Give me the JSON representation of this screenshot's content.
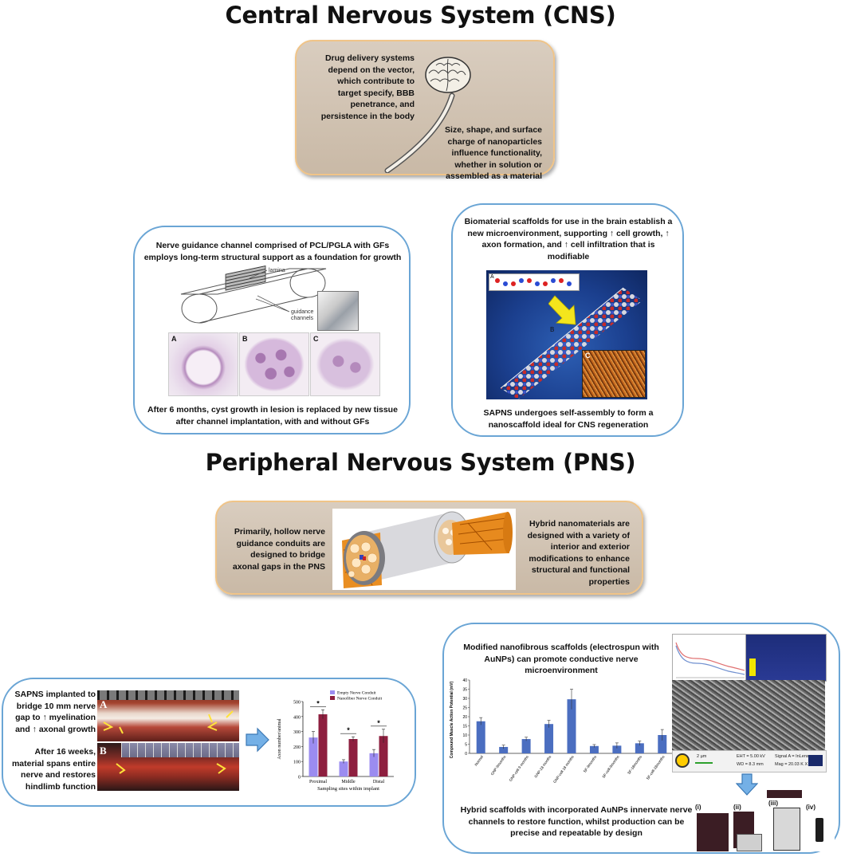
{
  "titles": {
    "cns": "Central Nervous System (CNS)",
    "pns": "Peripheral Nervous System (PNS)"
  },
  "cns_box": {
    "left_text": "Drug delivery systems depend on the vector, which contribute to target specify, BBB penetrance, and persistence in the body",
    "right_text": "Size, shape, and surface charge of nanoparticles influence functionality, whether in solution or assembled as a material"
  },
  "channel_box": {
    "top_text": "Nerve guidance channel comprised of PCL/PGLA with GFs employs long-term structural support as a foundation for growth",
    "bottom_text": "After 6 months, cyst growth in lesion is replaced by new tissue after channel implantation, with and without GFs",
    "diagram_labels": {
      "lamina": "lamina",
      "guidance": "guidance",
      "channels": "channels"
    },
    "panels": [
      "A",
      "B",
      "C"
    ]
  },
  "sapns_box": {
    "top_text": "Biomaterial scaffolds for use in the brain establish a new microenvironment, supporting ↑ cell growth, ↑ axon formation, and ↑ cell infiltration that is modifiable",
    "bottom_text": "SAPNS undergoes self-assembly to form a nanoscaffold ideal for CNS regeneration",
    "labels": {
      "a": "A",
      "b": "B",
      "c": "C"
    }
  },
  "pns_box": {
    "left_text": "Primarily, hollow nerve guidance conduits are designed to bridge axonal gaps in the PNS",
    "right_text": "Hybrid nanomaterials are designed with a variety of interior and exterior modifications to enhance structural and functional properties"
  },
  "implant_box": {
    "text1": "SAPNS implanted to bridge 10 mm nerve gap to ↑ myelination and ↑ axonal growth",
    "text2": "After 16 weeks, material spans entire nerve and restores hindlimb function",
    "photo_labels": {
      "a": "A",
      "b": "B"
    }
  },
  "aunp_box": {
    "top_text": "Modified nanofibrous scaffolds (electrospun with AuNPs) can promote conductive nerve microenvironment",
    "bottom_text": "Hybrid scaffolds with incorporated AuNPs innervate nerve channels to restore function, whilst production can be precise and repeatable by design",
    "roman_labels": [
      "(i)",
      "(ii)",
      "(iii)",
      "(iv)"
    ],
    "sem_info": {
      "scale": "2 µm",
      "eht": "EHT = 5.00 kV",
      "wd": "WD = 8.3 mm",
      "signal": "Signal A = InLens",
      "mag": "Mag = 20.03 K X"
    }
  },
  "chart_data": [
    {
      "type": "bar",
      "title": "",
      "xlabel": "Sampling sites within implant",
      "ylabel": "Axon number/animal",
      "categories": [
        "Proximal",
        "Middle",
        "Distal"
      ],
      "ylim": [
        0,
        500
      ],
      "yticks": [
        0,
        100,
        200,
        300,
        400,
        500
      ],
      "series": [
        {
          "name": "Empty Nerve Conduit",
          "values": [
            260,
            100,
            155
          ],
          "errors": [
            40,
            12,
            25
          ],
          "color": "#9b8cf0"
        },
        {
          "name": "Nanofiber Nerve Conduit",
          "values": [
            415,
            250,
            270
          ],
          "errors": [
            30,
            15,
            45
          ],
          "color": "#8e1f3f"
        }
      ],
      "significance": [
        "*",
        "*",
        "*"
      ],
      "legend": "top-right",
      "grid": false
    },
    {
      "type": "bar",
      "title": "",
      "xlabel": "",
      "ylabel": "Compound Muscle Action Potential (mV)",
      "categories": [
        "Normal",
        "GNP-9months",
        "GNP-cell 9 months",
        "GNP-18 months",
        "GNP-cell 18 months",
        "SF-9months",
        "SF-cell-9months",
        "SF-18months",
        "SF-cell-18months"
      ],
      "ylim": [
        0,
        40
      ],
      "yticks": [
        0,
        5,
        10,
        15,
        20,
        25,
        30,
        35,
        40
      ],
      "series": [
        {
          "name": "",
          "values": [
            17.5,
            3.5,
            7.8,
            16,
            29.5,
            4,
            4.2,
            5.5,
            10
          ],
          "errors": [
            2,
            1,
            1,
            2,
            5.5,
            0.8,
            1.5,
            1.2,
            3
          ],
          "color": "#4b6ec0"
        }
      ],
      "grid": false
    }
  ]
}
